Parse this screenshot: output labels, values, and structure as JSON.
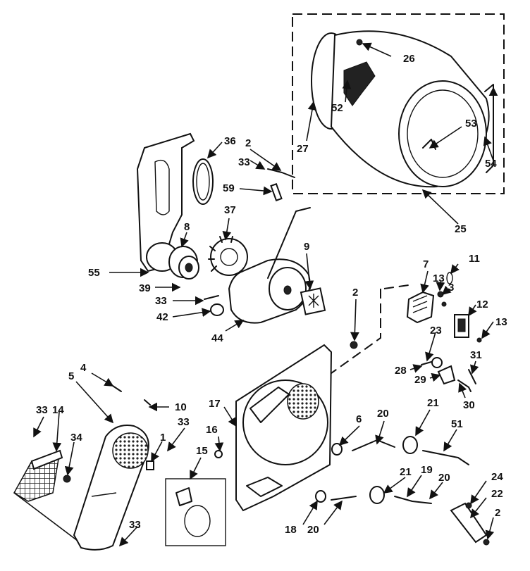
{
  "callouts": [
    {
      "id": "c1",
      "label": "1"
    },
    {
      "id": "c2a",
      "label": "2"
    },
    {
      "id": "c2b",
      "label": "2"
    },
    {
      "id": "c2c",
      "label": "2"
    },
    {
      "id": "c3",
      "label": "3"
    },
    {
      "id": "c4",
      "label": "4"
    },
    {
      "id": "c5",
      "label": "5"
    },
    {
      "id": "c6",
      "label": "6"
    },
    {
      "id": "c7",
      "label": "7"
    },
    {
      "id": "c8",
      "label": "8"
    },
    {
      "id": "c9",
      "label": "9"
    },
    {
      "id": "c10",
      "label": "10"
    },
    {
      "id": "c11",
      "label": "11"
    },
    {
      "id": "c12",
      "label": "12"
    },
    {
      "id": "c13a",
      "label": "13"
    },
    {
      "id": "c13b",
      "label": "13"
    },
    {
      "id": "c14",
      "label": "14"
    },
    {
      "id": "c15",
      "label": "15"
    },
    {
      "id": "c16",
      "label": "16"
    },
    {
      "id": "c17",
      "label": "17"
    },
    {
      "id": "c18",
      "label": "18"
    },
    {
      "id": "c19",
      "label": "19"
    },
    {
      "id": "c20a",
      "label": "20"
    },
    {
      "id": "c20b",
      "label": "20"
    },
    {
      "id": "c20c",
      "label": "20"
    },
    {
      "id": "c21a",
      "label": "21"
    },
    {
      "id": "c21b",
      "label": "21"
    },
    {
      "id": "c22",
      "label": "22"
    },
    {
      "id": "c23",
      "label": "23"
    },
    {
      "id": "c24",
      "label": "24"
    },
    {
      "id": "c25",
      "label": "25"
    },
    {
      "id": "c26",
      "label": "26"
    },
    {
      "id": "c27",
      "label": "27"
    },
    {
      "id": "c28",
      "label": "28"
    },
    {
      "id": "c29",
      "label": "29"
    },
    {
      "id": "c30",
      "label": "30"
    },
    {
      "id": "c31",
      "label": "31"
    },
    {
      "id": "c33a",
      "label": "33"
    },
    {
      "id": "c33b",
      "label": "33"
    },
    {
      "id": "c33c",
      "label": "33"
    },
    {
      "id": "c33d",
      "label": "33"
    },
    {
      "id": "c33e",
      "label": "33"
    },
    {
      "id": "c34",
      "label": "34"
    },
    {
      "id": "c36",
      "label": "36"
    },
    {
      "id": "c37",
      "label": "37"
    },
    {
      "id": "c39",
      "label": "39"
    },
    {
      "id": "c42",
      "label": "42"
    },
    {
      "id": "c44",
      "label": "44"
    },
    {
      "id": "c51",
      "label": "51"
    },
    {
      "id": "c52",
      "label": "52"
    },
    {
      "id": "c53",
      "label": "53"
    },
    {
      "id": "c54",
      "label": "54"
    },
    {
      "id": "c55",
      "label": "55"
    },
    {
      "id": "c59",
      "label": "59"
    }
  ]
}
